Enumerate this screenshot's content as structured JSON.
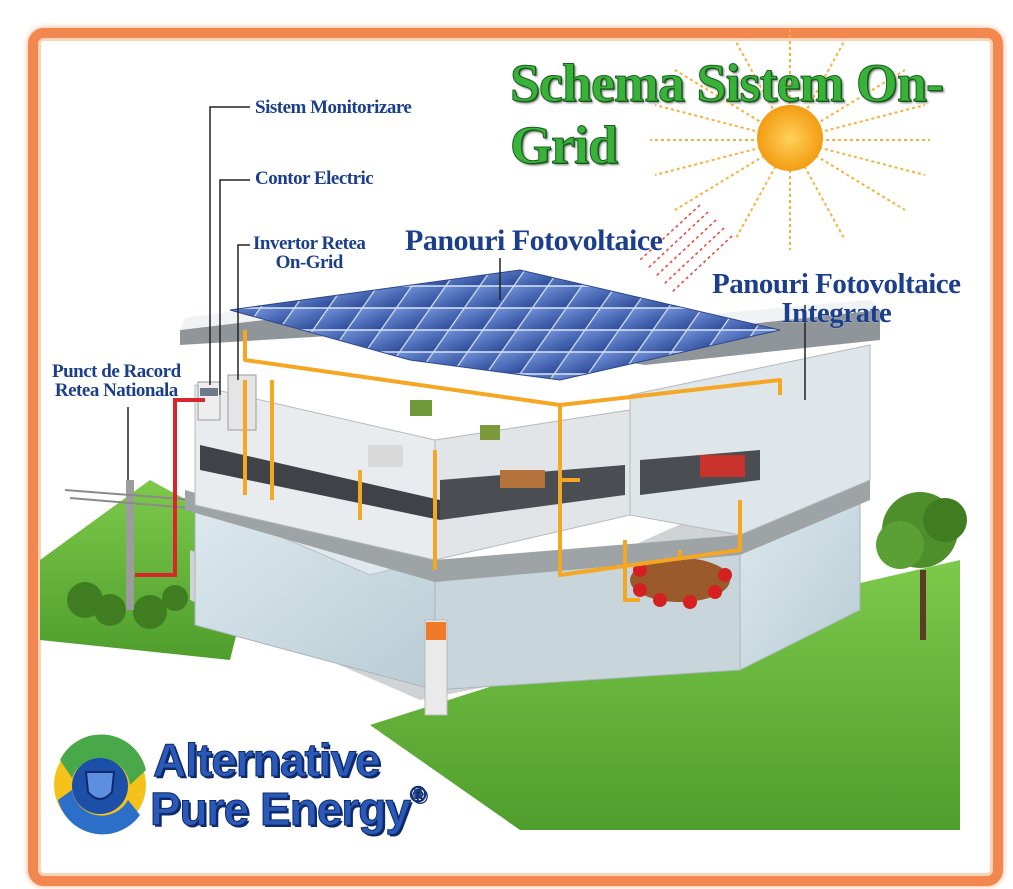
{
  "title": "Schema Sistem On-Grid",
  "labels": {
    "monitor": "Sistem Monitorizare",
    "meter": "Contor Electric",
    "inverter_line1": "Invertor Retea",
    "inverter_line2": "On-Grid",
    "panels": "Panouri Fotovoltaice",
    "integrated_line1": "Panouri Fotovoltaice",
    "integrated_line2": "Integrate",
    "grid_line1": "Punct de Racord",
    "grid_line2": "Retea Nationala"
  },
  "logo": {
    "line1": "Alternative",
    "line2": "Pure Energy",
    "mark": "®"
  },
  "colors": {
    "frame": "#f2884f",
    "title": "#39b23a",
    "label": "#1c3f8c",
    "wire": "#f5a623",
    "grid_wire": "#d9262b",
    "sun": "#f6a21e",
    "grass": "#5fb33a",
    "panel": "#3c5fb0"
  },
  "icons": [
    "sun-icon",
    "tree-icon",
    "utility-pole-icon",
    "logo-emblem-icon"
  ]
}
